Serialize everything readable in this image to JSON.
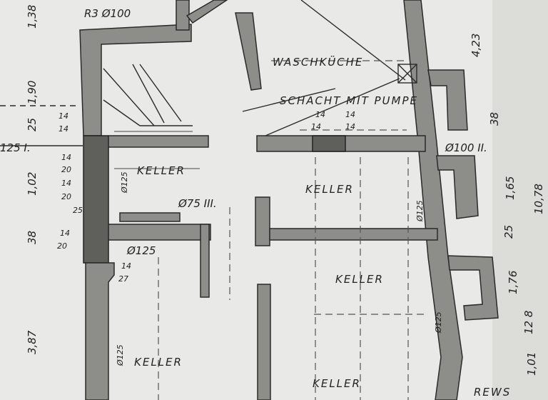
{
  "plan": {
    "pipes": {
      "r3": "R3 Ø100",
      "p1": "125 I.",
      "p2": "Ø100 II.",
      "p3": "Ø75 III.",
      "p4": "Ø125",
      "p5": "Ø125",
      "p6": "Ø125",
      "p7": "Ø125",
      "p8": "Ø125"
    },
    "rooms": {
      "waschkueche": "WASCHKÜCHE",
      "schacht": "SCHACHT MIT PUMPE",
      "keller1": "KELLER",
      "keller2": "KELLER",
      "keller3": "KELLER",
      "keller4": "KELLER",
      "keller5": "KELLER",
      "rews": "REWS"
    },
    "dimensions_left": [
      "1,38",
      "1,90",
      "1,02",
      "25",
      "38",
      "3,87"
    ],
    "dimensions_right": [
      "4,23",
      "38",
      "1,65",
      "10,78",
      "25",
      "1,76",
      "12 8",
      "1,01"
    ],
    "small_marks": [
      "14",
      "14",
      "14",
      "20",
      "14",
      "20",
      "25",
      "14",
      "20",
      "14",
      "27",
      "14",
      "14",
      "14",
      "14"
    ]
  }
}
